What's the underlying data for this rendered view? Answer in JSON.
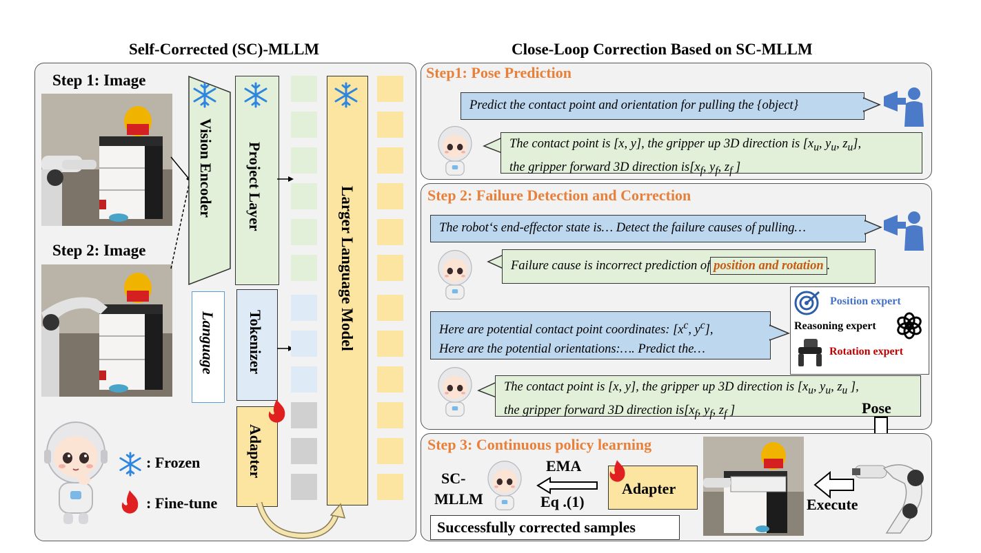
{
  "left_title": "Self-Corrected (SC)-MLLM",
  "right_title": "Close-Loop Correction Based on SC-MLLM",
  "left": {
    "step1_label": "Step 1: Image",
    "step2_label": "Step 2: Image",
    "vision_encoder": "Vision Encoder",
    "project_layer": "Project Layer",
    "language": "Language",
    "tokenizer": "Tokenizer",
    "adapter": "Adapter",
    "llm": "Larger Language Model",
    "legend_frozen": ": Frozen",
    "legend_finetune": ": Fine-tune"
  },
  "step1": {
    "title": "Step1: Pose Prediction",
    "prompt": "Predict the contact point and orientation for pulling the {object}",
    "answer_line1": "The contact point is [x, y], the gripper up 3D direction is [x",
    "answer_line1_sub1": "u",
    "answer_line1_mid1": ", y",
    "answer_line1_sub2": "u",
    "answer_line1_mid2": ", z",
    "answer_line1_sub3": "u",
    "answer_line1_end": "],",
    "answer_line2": "the gripper forward 3D direction is[x",
    "answer_line2_sub1": "f",
    "answer_line2_mid1": ", y",
    "answer_line2_sub2": "f",
    "answer_line2_mid2": ", z",
    "answer_line2_sub3": "f",
    "answer_line2_end": " ]"
  },
  "step2": {
    "title": "Step 2: Failure Detection and Correction",
    "prompt": "The robot‘s end-effector state is…  Detect the failure causes of pulling…",
    "failure_text": "Failure cause is incorrect prediction of",
    "failure_highlight": "position and rotation",
    "failure_end": ".",
    "experts_line1": "Here are potential contact point coordinates: [x",
    "experts_sup1": "c",
    "experts_mid": ", y",
    "experts_sup2": "c",
    "experts_end": "],",
    "experts_line2": "Here are the potential orientations:…. Predict the…",
    "position_expert": "Position expert",
    "reasoning_expert": "Reasoning expert",
    "rotation_expert": "Rotation expert",
    "answer_line1": "The contact point is [x, y], the gripper up 3D direction is [x",
    "answer_line1_sub1": "u",
    "answer_line1_mid1": ", y",
    "answer_line1_sub2": "u",
    "answer_line1_mid2": ", z",
    "answer_line1_sub3": "u",
    "answer_line1_end": " ],",
    "answer_line2": "the gripper forward 3D direction is[x",
    "answer_line2_sub1": "f",
    "answer_line2_mid1": ", y",
    "answer_line2_sub2": "f",
    "answer_line2_mid2": ", z",
    "answer_line2_sub3": "f",
    "answer_line2_end": " ]",
    "pose_label": "Pose"
  },
  "step3": {
    "title": "Step 3: Continuous policy learning",
    "sc_mllm_1": "SC-",
    "sc_mllm_2": "MLLM",
    "ema": "EMA",
    "eq": "Eq .(1)",
    "adapter": "Adapter",
    "samples": "Successfully corrected samples",
    "execute": "Execute"
  },
  "colors": {
    "step_title": "#e8803a",
    "bubble_blue": "#bdd7ee",
    "bubble_green": "#e2f0d9",
    "adapter_yellow": "#fbe5a1",
    "position_blue": "#4472c4",
    "rotation_red": "#c00000",
    "highlight_orange": "#c55a11",
    "person_icon": "#4a7ac8"
  },
  "icons": [
    "snowflake-icon",
    "fire-icon",
    "megaphone-person-icon",
    "robot-avatar-icon",
    "target-icon",
    "openai-logo-icon",
    "gripper-icon"
  ]
}
